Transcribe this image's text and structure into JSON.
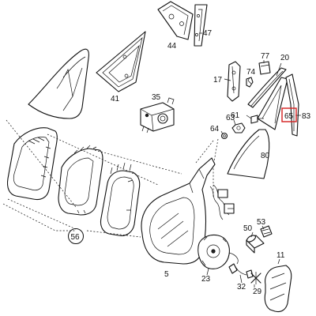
{
  "colors": {
    "highlight": "#d42020",
    "ink": "#111111"
  },
  "parts": {
    "p47": "47",
    "p44": "44",
    "p41": "41",
    "p77": "77",
    "p20": "20",
    "p74": "74",
    "p17": "17",
    "p35": "35",
    "p63": "63",
    "p61": "61",
    "p64": "64",
    "p65": "65",
    "p83": "83",
    "p80": "80",
    "p56": "56",
    "p5": "5",
    "p50": "50",
    "p53": "53",
    "p11": "11",
    "p23": "23",
    "p32": "32",
    "p29": "29"
  }
}
